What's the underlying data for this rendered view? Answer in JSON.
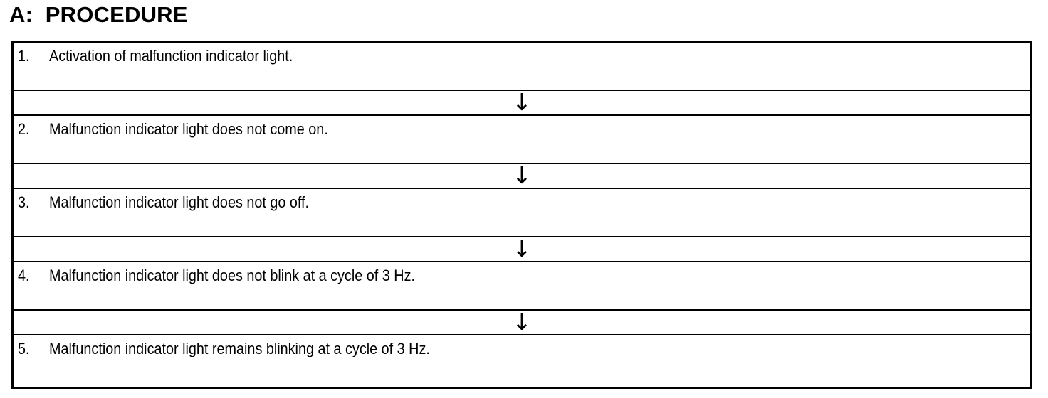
{
  "page": {
    "background_color": "#ffffff",
    "text_color": "#000000"
  },
  "heading": {
    "label": "A:  PROCEDURE"
  },
  "procedure_table": {
    "border_color": "#000000",
    "flow_arrow_glyph": "↓",
    "flow_arrow_name": "arrow-down-icon",
    "steps": [
      {
        "number": "1.",
        "text": "Activation of malfunction indicator light."
      },
      {
        "number": "2.",
        "text": "Malfunction indicator light does not come on."
      },
      {
        "number": "3.",
        "text": "Malfunction indicator light does not go off."
      },
      {
        "number": "4.",
        "text": "Malfunction indicator light does not blink at a cycle of 3 Hz."
      },
      {
        "number": "5.",
        "text": "Malfunction indicator light remains blinking at a cycle of 3 Hz."
      }
    ]
  }
}
